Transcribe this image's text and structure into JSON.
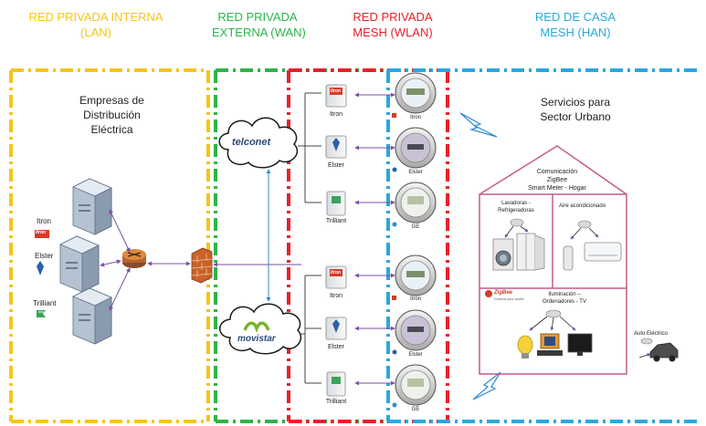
{
  "zones": {
    "lan": {
      "line1": "RED PRIVADA INTERNA",
      "line2": "(LAN)",
      "color": "#f5c518"
    },
    "wan": {
      "line1": "RED PRIVADA",
      "line2": "EXTERNA (WAN)",
      "color": "#2db34a"
    },
    "wlan": {
      "line1": "RED PRIVADA",
      "line2": "MESH (WLAN)",
      "color": "#e8202a"
    },
    "han": {
      "line1": "RED DE CASA",
      "line2": "MESH (HAN)",
      "color": "#29a8e0"
    }
  },
  "utilities": {
    "title1": "Empresas de",
    "title2": "Distribución",
    "title3": "Eléctrica",
    "vendors": [
      {
        "name": "Itron",
        "logo": "Itron"
      },
      {
        "name": "Elster"
      },
      {
        "name": "Trilliant"
      }
    ]
  },
  "clouds": {
    "telconet": "telconet",
    "movistar": "movistar"
  },
  "collectors": {
    "top": [
      "Itron",
      "Elster",
      "Trilliant"
    ],
    "bottom": [
      "Itron",
      "Elster",
      "Trilliant"
    ],
    "itron_logo": "Itron"
  },
  "meters": {
    "top": [
      "Itron",
      "Elster",
      "GE"
    ],
    "bottom": [
      "Itron",
      "Elster",
      "GE"
    ]
  },
  "services": {
    "title1": "Servicios para",
    "title2": "Sector Urbano"
  },
  "house": {
    "line1": "Comunicación",
    "line2": "ZigBee",
    "line3": "Smart Meter - Hogar",
    "rooms": {
      "laundry1": "Lavadoras -",
      "laundry2": "Refrigeradoras",
      "ac": "Aire acondicionado",
      "light1": "Iluminación –",
      "light2": "Ordenadores - TV",
      "zigbee": "ZigBee",
      "zigbee_tag": "Control your world"
    }
  },
  "ev": {
    "label": "Auto Eléctrico"
  },
  "colors": {
    "lan": "#f5c518",
    "wan": "#2db34a",
    "wlan": "#e8202a",
    "han": "#29a8e0",
    "link": "#7b4fa0",
    "vertical_link": "#2e8bd8"
  }
}
